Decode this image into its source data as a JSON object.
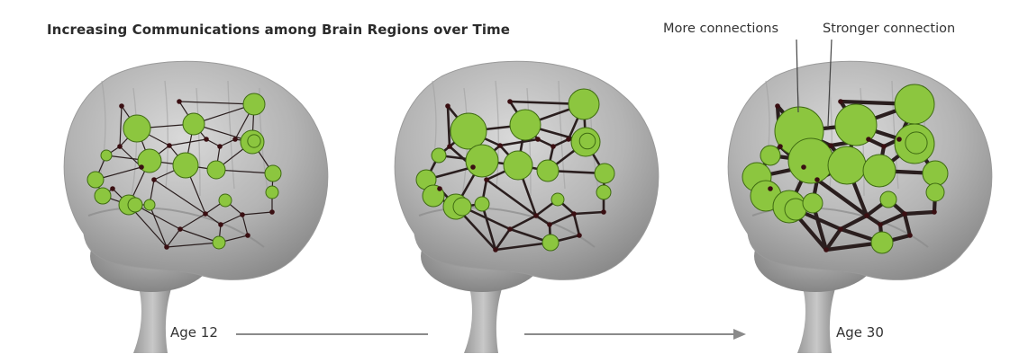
{
  "title": "Increasing Communications among Brain Regions over Time",
  "annotations": {
    "more_connections": "More connections",
    "stronger_connection": "Stronger connection"
  },
  "timeline": {
    "start_label": "Age 12",
    "end_label": "Age 30"
  },
  "colors": {
    "node_fill": "#8cc63f",
    "node_stroke": "#3f6b12",
    "edge": "#2a1e1e",
    "brain": "#bdbdbd",
    "brain_shadow": "#8e8e8e",
    "arrow": "#8a8a8a"
  },
  "brains": [
    {
      "label": "Age 12"
    },
    {
      "label": ""
    },
    {
      "label": "Age 30"
    }
  ]
}
